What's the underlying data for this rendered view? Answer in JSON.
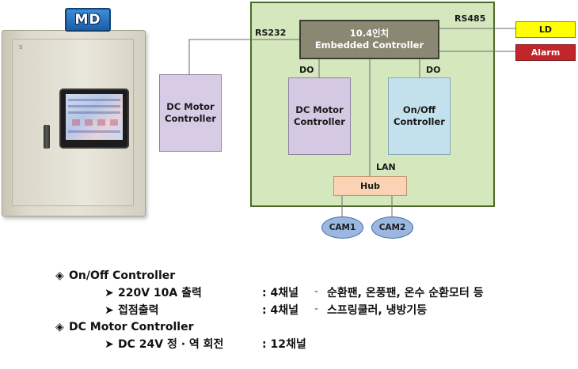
{
  "photo": {
    "badge": "MD",
    "brand": "S"
  },
  "diagram": {
    "embedded_controller": {
      "line1": "10.4인치",
      "line2": "Embedded Controller"
    },
    "external_dc_controller": {
      "line1": "DC Motor",
      "line2": "Controller"
    },
    "internal_dc_controller": {
      "line1": "DC Motor",
      "line2": "Controller"
    },
    "onoff_controller": {
      "line1": "On/Off",
      "line2": "Controller"
    },
    "hub": "Hub",
    "ld": "LD",
    "alarm": "Alarm",
    "cam1": "CAM1",
    "cam2": "CAM2",
    "labels": {
      "rs232": "RS232",
      "rs485": "RS485",
      "do_left": "DO",
      "do_right": "DO",
      "lan": "LAN"
    }
  },
  "notes": {
    "bullet_symbol": "◈",
    "arrow_symbol": "➤",
    "sections": [
      {
        "title": "On/Off Controller",
        "items": [
          {
            "name": "220V 10A 출력",
            "spec": ": 4채널",
            "dash": "-",
            "detail": "순환팬, 온풍팬, 온수 순환모터 등"
          },
          {
            "name": "접점출력",
            "spec": ": 4채널",
            "dash": "-",
            "detail": "스프링쿨러, 냉방기등"
          }
        ]
      },
      {
        "title": "DC Motor Controller",
        "items": [
          {
            "name": "DC 24V 정 · 역 회전",
            "spec": ": 12채널",
            "dash": "",
            "detail": ""
          }
        ]
      }
    ]
  },
  "colors": {
    "enclosure_fill": "#d4e7bd",
    "enclosure_border": "#4a6a26",
    "embedded_fill": "#8a8873",
    "dc_motor_fill": "#d5c8e2",
    "onoff_fill": "#c3e1ec",
    "hub_fill": "#f9d3b3",
    "ld_fill": "#ffff00",
    "alarm_fill": "#c0262b",
    "cam_fill": "#9bb7df",
    "badge_fill": "#2a78c8"
  }
}
